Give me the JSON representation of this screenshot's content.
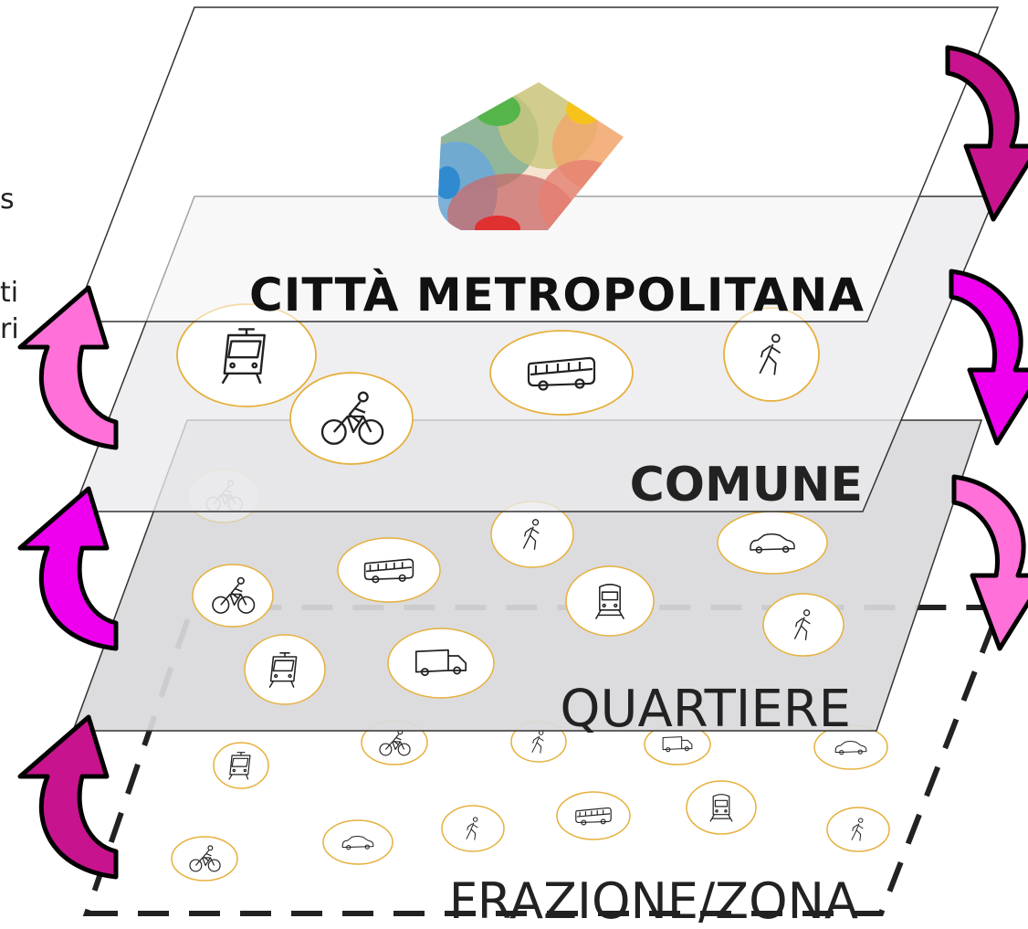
{
  "layers": {
    "metro": {
      "label": "CITTÀ METROPOLITANA",
      "fill": "#f4f4f4"
    },
    "comune": {
      "label": "COMUNE",
      "fill": "#e8e8ea"
    },
    "quartiere": {
      "label": "QUARTIERE",
      "fill": "#d9d9db"
    },
    "frazione": {
      "label": "FRAZIONE/ZONA",
      "fill": "none"
    }
  },
  "side_text_fragments": [
    "s",
    "ti",
    "ri"
  ],
  "colors": {
    "arrow_dark": "#c8138e",
    "arrow_mid": "#ee00ee",
    "arrow_light": "#ff70d8",
    "outline": "#000000"
  },
  "icons": {
    "comune": [
      "tram-icon",
      "bicycle-icon",
      "bus-icon",
      "pedestrian-icon"
    ],
    "quartiere": [
      "bicycle-icon",
      "pedestrian-icon",
      "car-icon",
      "bicycle-icon",
      "bus-icon",
      "train-icon",
      "pedestrian-icon",
      "tram-icon",
      "van-icon"
    ],
    "frazione": [
      "tram-icon",
      "bicycle-icon",
      "pedestrian-icon",
      "car-icon",
      "car-icon",
      "bicycle-icon",
      "car-icon",
      "pedestrian-icon",
      "bus-icon",
      "train-icon",
      "pedestrian-icon"
    ]
  }
}
